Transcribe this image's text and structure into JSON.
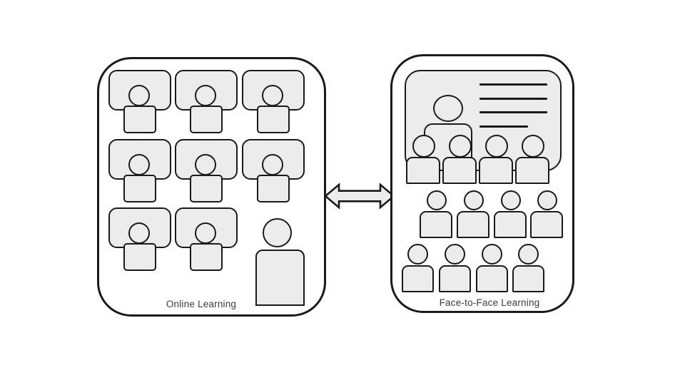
{
  "diagram": {
    "left_panel": {
      "label": "Online Learning",
      "remote_students": 8,
      "instructors": 1
    },
    "right_panel": {
      "label": "Face-to-Face Learning",
      "teachers": 1,
      "whiteboard_lines": 4,
      "students_front_row": 4,
      "students_middle_row": 4,
      "students_back_row": 4
    },
    "relation": "two-way-arrow",
    "colors": {
      "shape_fill": "#ececec",
      "shape_stroke": "#1a1a1a",
      "label_text": "#3d3d3d",
      "background": "#ffffff"
    }
  }
}
